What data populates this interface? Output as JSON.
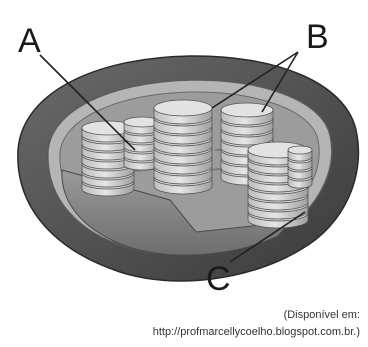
{
  "labels": {
    "a": "A",
    "b": "B",
    "c": "C"
  },
  "caption": {
    "line1": "(Disponível em:",
    "line2": "http://profmarcellycoelho.blogspot.com.br.)"
  },
  "colors": {
    "outer_membrane": "#4a4a4a",
    "stroma": "#a6a6a6",
    "inner_floor": "#8a8a8a",
    "thylakoid_light": "#d9d9d9",
    "thylakoid_dark": "#b8b8b8",
    "leader_line": "#222222"
  }
}
